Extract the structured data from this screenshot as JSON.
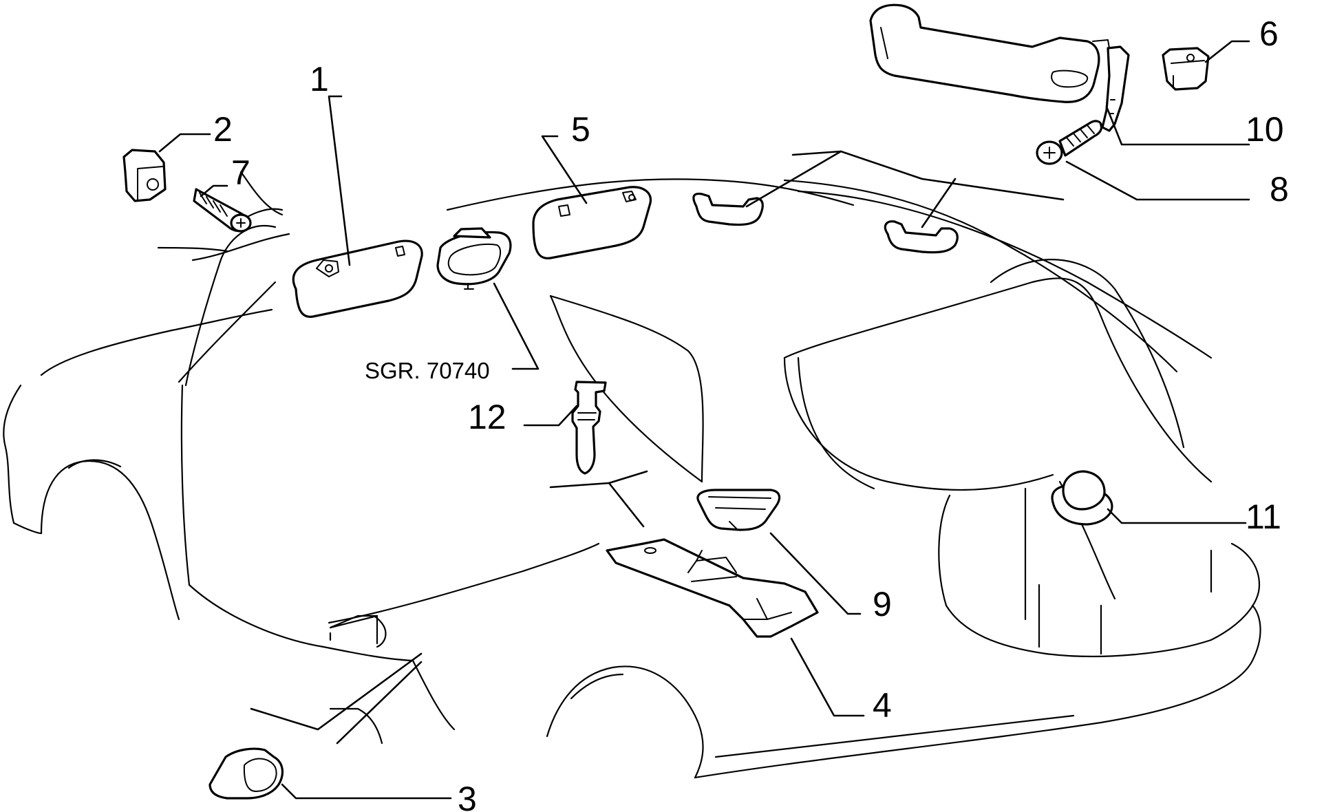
{
  "diagram": {
    "callouts": {
      "c1": "1",
      "c2": "2",
      "c3": "3",
      "c4": "4",
      "c5": "5",
      "c6": "6",
      "c7": "7",
      "c8": "8",
      "c9": "9",
      "c10": "10",
      "c11": "11",
      "c12": "12"
    },
    "reference_label": "SGR. 70740"
  }
}
